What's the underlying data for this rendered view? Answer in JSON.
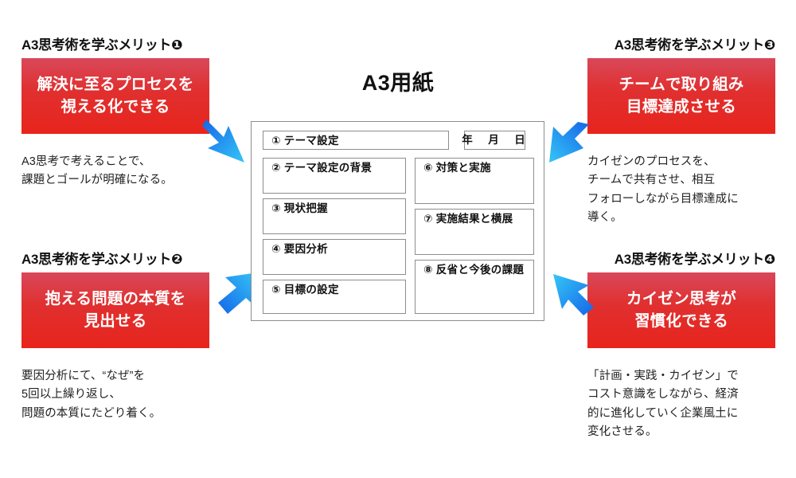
{
  "center": {
    "title": "A3用紙",
    "date_cell": "年　月　日",
    "left_column": [
      {
        "id": "cell-1",
        "label": "① テーマ設定"
      },
      {
        "id": "cell-2",
        "label": "② テーマ設定の背景"
      },
      {
        "id": "cell-3",
        "label": "③ 現状把握"
      },
      {
        "id": "cell-4",
        "label": "④ 要因分析"
      },
      {
        "id": "cell-5",
        "label": "⑤ 目標の設定"
      }
    ],
    "right_column": [
      {
        "id": "cell-6",
        "label": "⑥ 対策と実施"
      },
      {
        "id": "cell-7",
        "label": "⑦ 実施結果と横展"
      },
      {
        "id": "cell-8",
        "label": "⑧ 反省と今後の課題"
      }
    ]
  },
  "merits": [
    {
      "heading": "A3思考術を学ぶメリット❶",
      "box_lines": [
        "解決に至るプロセスを",
        "視える化できる"
      ],
      "desc_lines": [
        "A3思考で考えることで、",
        "課題とゴールが明確になる。"
      ]
    },
    {
      "heading": "A3思考術を学ぶメリット❷",
      "box_lines": [
        "抱える問題の本質を",
        "見出せる"
      ],
      "desc_lines": [
        "要因分析にて、“なぜ”を",
        "5回以上繰り返し、",
        "問題の本質にたどり着く。"
      ]
    },
    {
      "heading": "A3思考術を学ぶメリット❸",
      "box_lines": [
        "チームで取り組み",
        "目標達成させる"
      ],
      "desc_lines": [
        "カイゼンのプロセスを、",
        "チームで共有させ、相互",
        "フォローしながら目標達成に",
        "導く。"
      ]
    },
    {
      "heading": "A3思考術を学ぶメリット❹",
      "box_lines": [
        "カイゼン思考が",
        "習慣化できる"
      ],
      "desc_lines": [
        "「計画・実践・カイゼン」で",
        "コスト意識をしながら、経済",
        "的に進化していく企業風土に",
        "変化させる。"
      ]
    }
  ],
  "arrows": [
    {
      "name": "arrow-down-right",
      "direction": "down-right"
    },
    {
      "name": "arrow-up-right",
      "direction": "up-right"
    },
    {
      "name": "arrow-down-left",
      "direction": "down-left"
    },
    {
      "name": "arrow-up-left",
      "direction": "up-left"
    }
  ],
  "colors": {
    "box_red_top": "#d9485a",
    "box_red_bottom": "#e8241c",
    "arrow_blue_dark": "#1569e0",
    "arrow_blue_light": "#34c3f5",
    "panel_border": "#8d8d8d",
    "text": "#111111"
  }
}
